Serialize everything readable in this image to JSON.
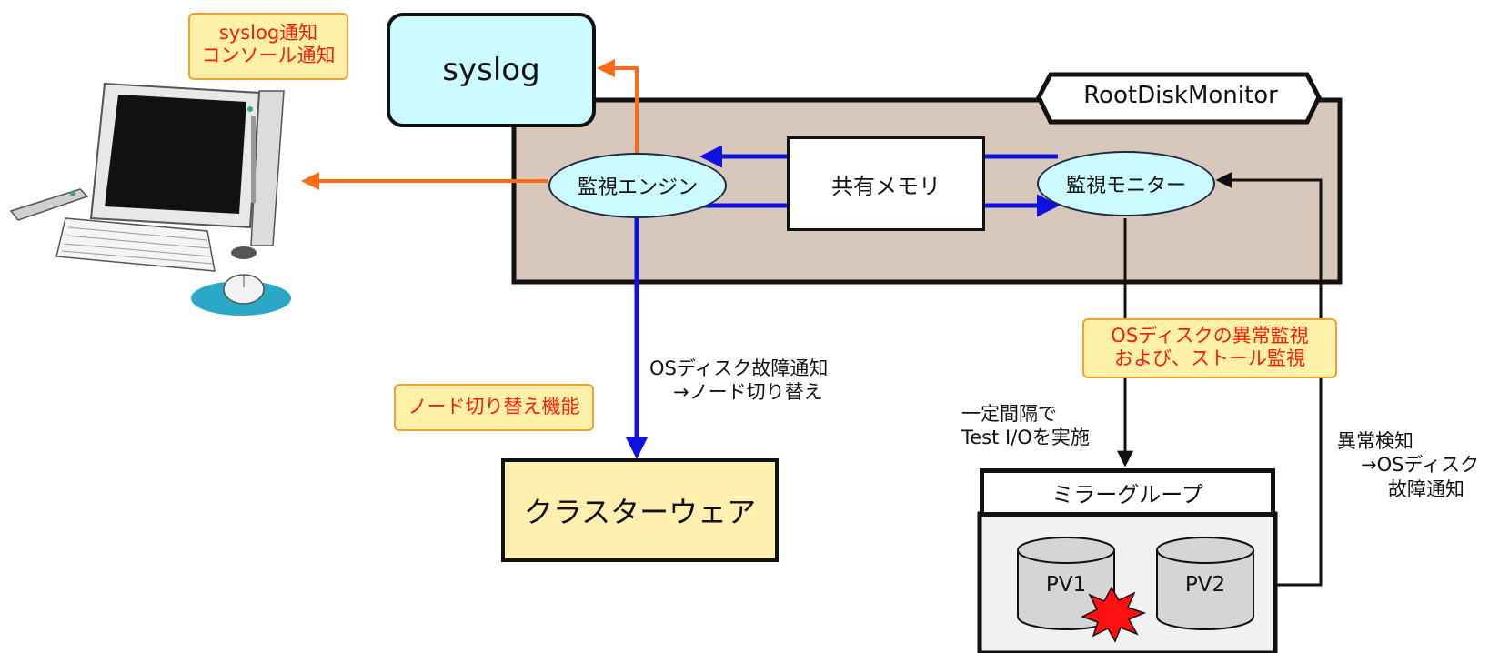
{
  "title_tag": "RootDiskMonitor",
  "syslog_box": "syslog",
  "notes": {
    "syslog_notice_line1": "syslog通知",
    "syslog_notice_line2": "コンソール通知",
    "node_switch": "ノード切り替え機能",
    "os_disk_monitor_line1": "OSディスクの異常監視",
    "os_disk_monitor_line2": "および、ストール監視"
  },
  "components": {
    "engine": "監視エンジン",
    "shared_memory": "共有メモリ",
    "monitor": "監視モニター",
    "clusterware": "クラスターウェア",
    "mirror_group": "ミラーグループ",
    "pv1": "PV1",
    "pv2": "PV2"
  },
  "labels": {
    "failure_notice_line1": "OSディスク故障通知",
    "failure_notice_line2": "→ノード切り替え",
    "interval_line1": "一定間隔で",
    "interval_line2": "Test I/Oを実施",
    "anomaly_line1": "異常検知",
    "anomaly_line2": "→OSディスク",
    "anomaly_line3": "故障通知"
  },
  "colors": {
    "orange_arrow": "#ff6a14",
    "blue_arrow": "#1010e0",
    "panel_fill": "#d8c8bb",
    "ellipse_fill": "#ccfbff",
    "syslog_fill": "#ccfbff",
    "clusterware_fill": "#fff0b0",
    "note_text": "#ff1a00",
    "note_fill": "#fff2a8"
  },
  "icons": {
    "computer": "desktop-computer-icon",
    "failure": "failure-burst-icon"
  }
}
